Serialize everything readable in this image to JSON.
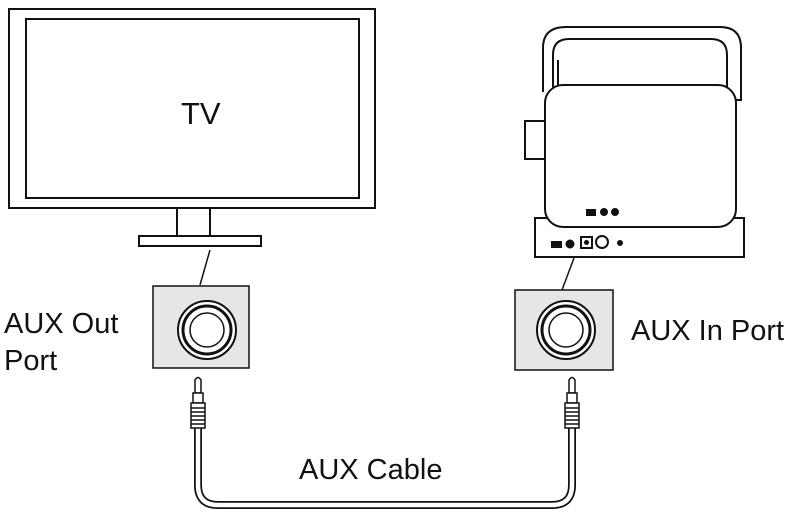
{
  "tv": {
    "label": "TV"
  },
  "aux_out": {
    "line1": "AUX Out",
    "line2": "Port"
  },
  "aux_in": {
    "label": "AUX In Port"
  },
  "cable": {
    "label": "AUX Cable"
  },
  "colors": {
    "stroke": "#111111",
    "panel": "#e6e6e6",
    "background": "#ffffff"
  },
  "icons": [
    "tv-screen",
    "speaker-base-station",
    "aux-jack",
    "aux-plug"
  ]
}
